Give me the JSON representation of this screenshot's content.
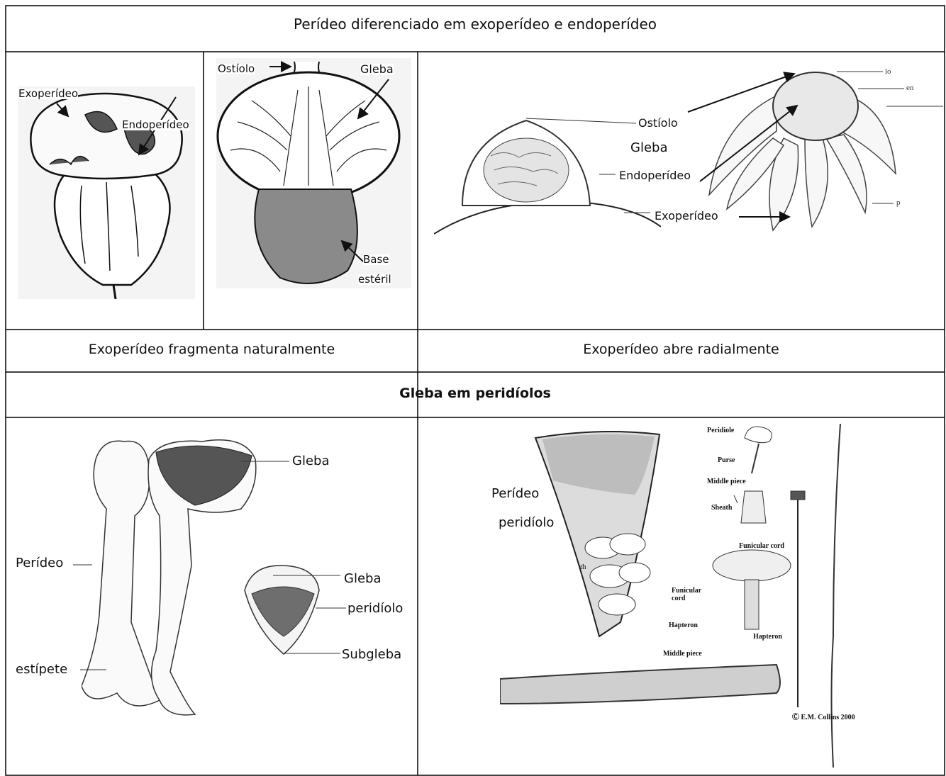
{
  "headers": {
    "top": "Perídeo diferenciado em exoperídeo e endoperídeo",
    "left_caption": "Exoperídeo fragmenta naturalmente",
    "right_caption": "Exoperídeo abre radialmente",
    "middle": "Gleba em peridíolos"
  },
  "labels": {
    "exoperideo_1": "Exoperídeo",
    "endoperideo_1": "Endoperídeo",
    "ostiolo_1": "Ostíolo",
    "gleba_1": "Gleba",
    "base_esteril_1": "Base",
    "base_esteril_2": "estéril",
    "ostiolo_2": "Ostíolo",
    "gleba_2": "Gleba",
    "endoperideo_2": "Endoperídeo",
    "exoperideo_2": "Exoperídeo",
    "lo": "lo",
    "en": "en",
    "p": "p",
    "gleba_3": "Gleba",
    "perideo_3": "Perídeo",
    "estipete": "estípete",
    "gleba_4": "Gleba",
    "peridiolo_4": "peridíolo",
    "subgleba": "Subgleba",
    "perideo_5": "Perídeo",
    "peridiolo_5": "peridíolo",
    "th": "th",
    "peridiole": "Peridiole",
    "purse": "Purse",
    "middle_piece_1": "Middle piece",
    "sheath": "Sheath",
    "funicular_cord_1": "Funicular cord",
    "funicular": "Funicular",
    "cord": "cord",
    "hapteron_1": "Hapteron",
    "hapteron_2": "Hapteron",
    "middle_piece_2": "Middle piece",
    "copyright": "Ⓒ E.M. Collins 2000"
  }
}
